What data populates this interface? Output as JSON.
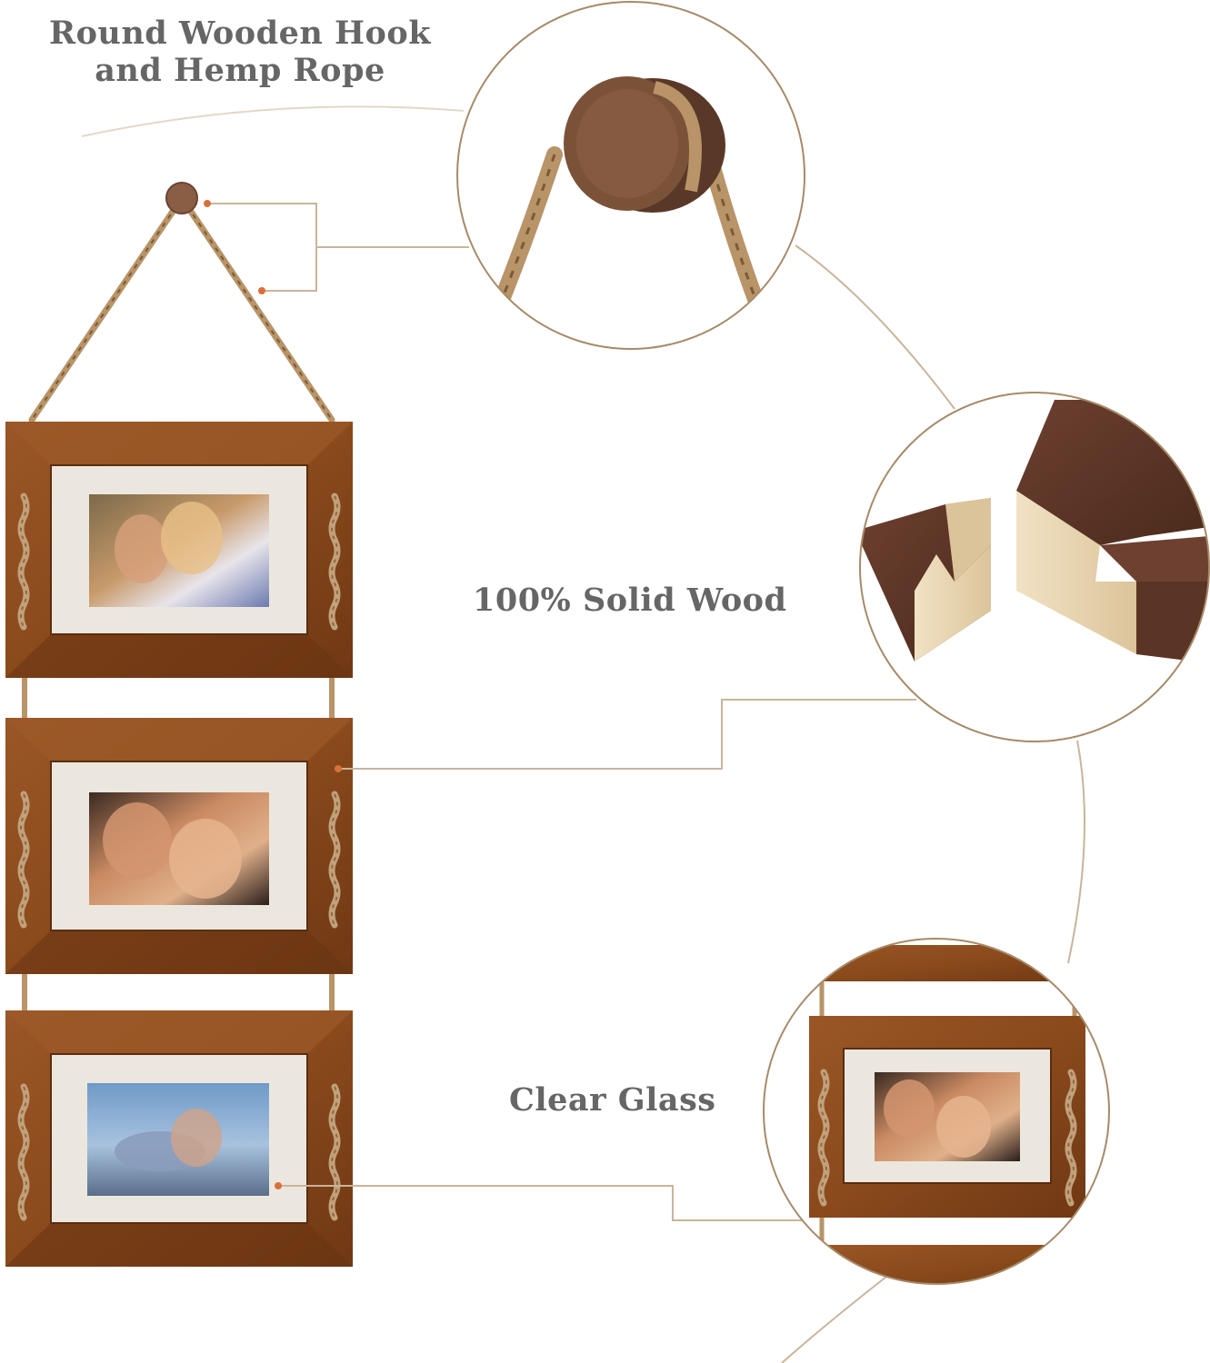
{
  "labels": {
    "hook_line1": "Round Wooden Hook",
    "hook_line2": "and Hemp Rope",
    "solid_wood": "100% Solid Wood",
    "clear_glass": "Clear Glass"
  },
  "colors": {
    "background": "#ffffff",
    "text": "#666666",
    "callout_line": "#c8b59a",
    "callout_dot": "#d9703a",
    "frame_wood": "#8a4a1c",
    "frame_wood_dark": "#6a3512",
    "mat": "#ece7de",
    "rope": "#b89468",
    "dark_wood": "#5a3424",
    "raw_wood": "#e8d4b0"
  }
}
